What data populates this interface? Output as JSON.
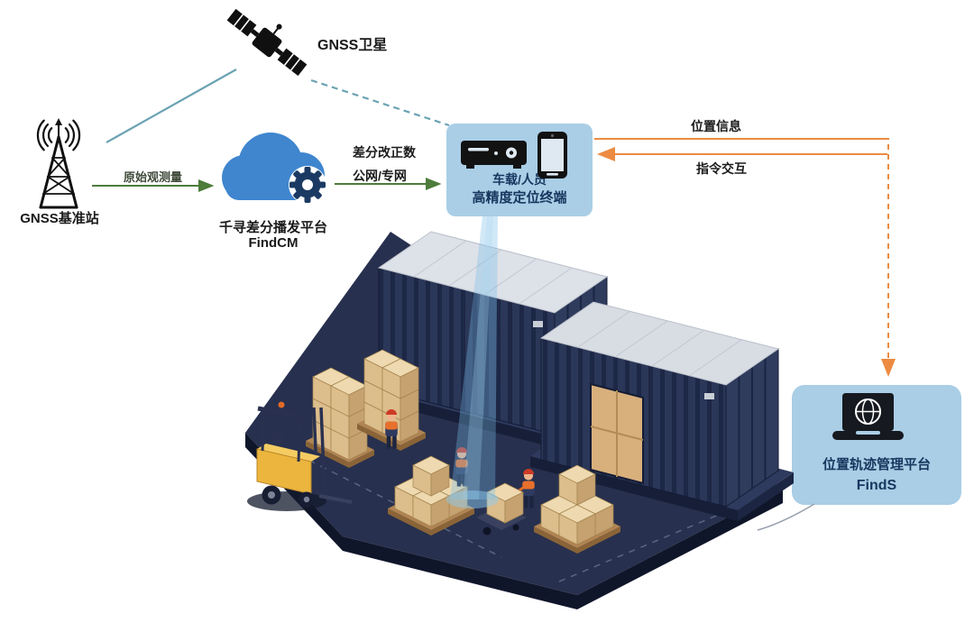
{
  "diagram": {
    "satellite": {
      "label": "GNSS卫星"
    },
    "base_station": {
      "label": "GNSS基准站"
    },
    "cloud_platform": {
      "name": "千寻差分播发平台",
      "product": "FindCM"
    },
    "terminal": {
      "line1": "车载/人员",
      "line2": "高精度定位终端"
    },
    "management_platform": {
      "name": "位置轨迹管理平台",
      "product": "FindS"
    },
    "flows": {
      "raw_observation": "原始观测量",
      "correction_data": "差分改正数",
      "network": "公网/专网",
      "position_info": "位置信息",
      "command_interaction": "指令交互"
    },
    "colors": {
      "bubble_fill": "#a9cee6",
      "bubble_text": "#17365e",
      "cloud_blue": "#3f86cf",
      "gear_navy": "#1b3a63",
      "flow_green": "#4d7c3b",
      "flow_orange": "#ec8b41",
      "satellite_link_teal": "#6ba3b3",
      "scene_navy": "#232c49",
      "box_tan": "#dcbd8c",
      "forklift_yellow": "#ecb53e"
    }
  }
}
